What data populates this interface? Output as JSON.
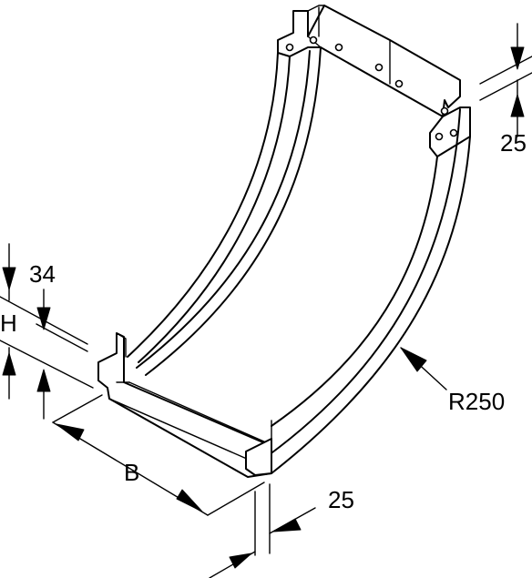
{
  "dimensions": {
    "height_label": "H",
    "flange_top": "34",
    "flange_right": "25",
    "width_label": "B",
    "bottom_offset": "25",
    "radius": "R250"
  },
  "colors": {
    "line": "#000000",
    "background": "#ffffff"
  }
}
